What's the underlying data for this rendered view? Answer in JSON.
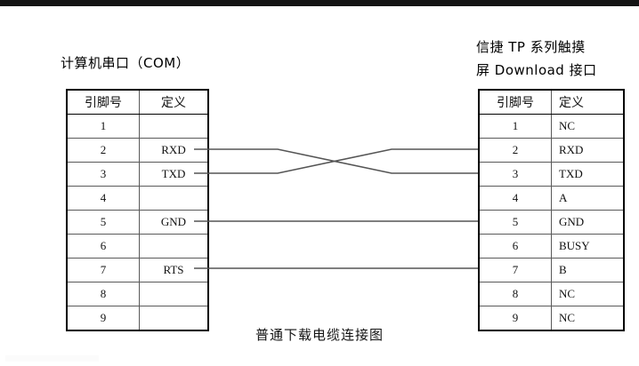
{
  "diagram": {
    "caption": "普通下载电缆连接图",
    "left_port": {
      "heading": "计算机串口（COM）",
      "columns": [
        "引脚号",
        "定义"
      ],
      "rows": [
        {
          "pin": "1",
          "def": ""
        },
        {
          "pin": "2",
          "def": "RXD"
        },
        {
          "pin": "3",
          "def": "TXD"
        },
        {
          "pin": "4",
          "def": ""
        },
        {
          "pin": "5",
          "def": "GND"
        },
        {
          "pin": "6",
          "def": ""
        },
        {
          "pin": "7",
          "def": "RTS"
        },
        {
          "pin": "8",
          "def": ""
        },
        {
          "pin": "9",
          "def": ""
        }
      ]
    },
    "right_port": {
      "heading_line1": "信捷 TP 系列触摸",
      "heading_line2": "屏 Download 接口",
      "columns": [
        "引脚号",
        "定义"
      ],
      "rows": [
        {
          "pin": "1",
          "def": "NC"
        },
        {
          "pin": "2",
          "def": "RXD"
        },
        {
          "pin": "3",
          "def": "TXD"
        },
        {
          "pin": "4",
          "def": "A"
        },
        {
          "pin": "5",
          "def": "GND"
        },
        {
          "pin": "6",
          "def": "BUSY"
        },
        {
          "pin": "7",
          "def": "B"
        },
        {
          "pin": "8",
          "def": "NC"
        },
        {
          "pin": "9",
          "def": "NC"
        }
      ]
    },
    "connections": [
      {
        "from_pin": "2",
        "from_signal": "RXD",
        "to_pin": "3",
        "to_signal": "TXD",
        "crossed": true
      },
      {
        "from_pin": "3",
        "from_signal": "TXD",
        "to_pin": "2",
        "to_signal": "RXD",
        "crossed": true
      },
      {
        "from_pin": "5",
        "from_signal": "GND",
        "to_pin": "5",
        "to_signal": "GND",
        "crossed": false
      },
      {
        "from_pin": "7",
        "from_signal": "RTS",
        "to_pin": "7",
        "to_signal": "B",
        "crossed": false
      }
    ],
    "colors": {
      "line": "#555555",
      "border": "#000000",
      "grid": "#5a5a5a",
      "background": "#ffffff"
    }
  }
}
